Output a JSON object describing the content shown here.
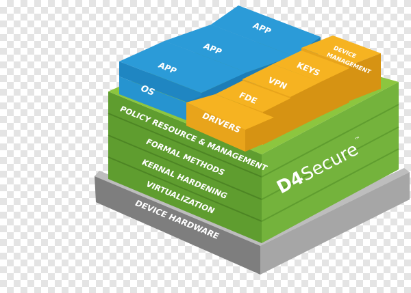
{
  "base": {
    "label": "DEVICE HARDWARE"
  },
  "layers": [
    {
      "label": "VIRTUALIZATION"
    },
    {
      "label": "KERNAL HARDENING"
    },
    {
      "label": "FORMAL METHODS"
    },
    {
      "label": "POLICY RESOURCE & MANAGEMENT"
    }
  ],
  "blue_blocks": {
    "os": "OS",
    "apps": [
      "APP",
      "APP",
      "APP"
    ]
  },
  "yellow_blocks": {
    "drivers": "DRIVERS",
    "fde": "FDE",
    "vpn": "VPN",
    "keys": "KEYS",
    "device_management": [
      "DEVICE",
      "MANAGEMENT"
    ]
  },
  "logo": {
    "mark": "D4",
    "text": "Secure",
    "tm": "™"
  },
  "colors": {
    "green_front": "#5f9d2f",
    "green_side": "#75b43c",
    "green_top": "#8cc63f",
    "gray_front": "#7a7a7a",
    "gray_side": "#a0a0a0",
    "gray_top": "#bdbdbd",
    "blue_top": "#2b9bd8",
    "blue_side": "#1c7db7",
    "yellow_top": "#f6b321",
    "yellow_side": "#d69313"
  }
}
